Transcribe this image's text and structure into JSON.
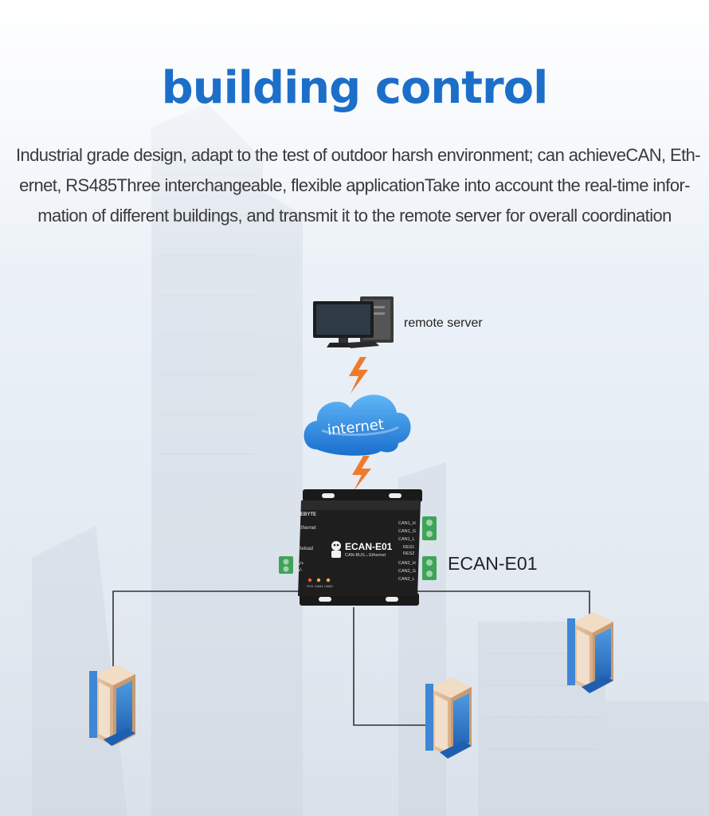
{
  "header": {
    "title": "building control",
    "description_lines": [
      "Industrial grade design, adapt to the test of outdoor harsh environment; can achieveCAN, Eth-",
      "ernet, RS485Three interchangeable, flexible applicationTake into account the real-time infor-",
      "mation of different buildings, and transmit it to the remote server for overall coordination"
    ]
  },
  "diagram": {
    "server_label": "remote server",
    "cloud_label": "internet",
    "device_label": "ECAN-E01",
    "device": {
      "brand": "EBYTE",
      "model": "ECAN-E01",
      "subtitle": "CAN-BUS↔Ethernet",
      "left_labels": [
        "Ethernet",
        "Reload",
        "V+",
        "V-"
      ],
      "right_labels": [
        "CAN1_H",
        "CAN1_G",
        "CAN1_L",
        "RES1",
        "RES2",
        "CAN2_H",
        "CAN2_G",
        "CAN2_L"
      ],
      "led_labels": [
        "SYS",
        "CAN1",
        "CAN2"
      ]
    }
  },
  "colors": {
    "title": "#1c6fc9",
    "arrow": "#f07a2c",
    "cloud": "#2a8de0",
    "device_body": "#1e1e1e",
    "terminal": "#3fa35a",
    "wire": "#333333"
  }
}
